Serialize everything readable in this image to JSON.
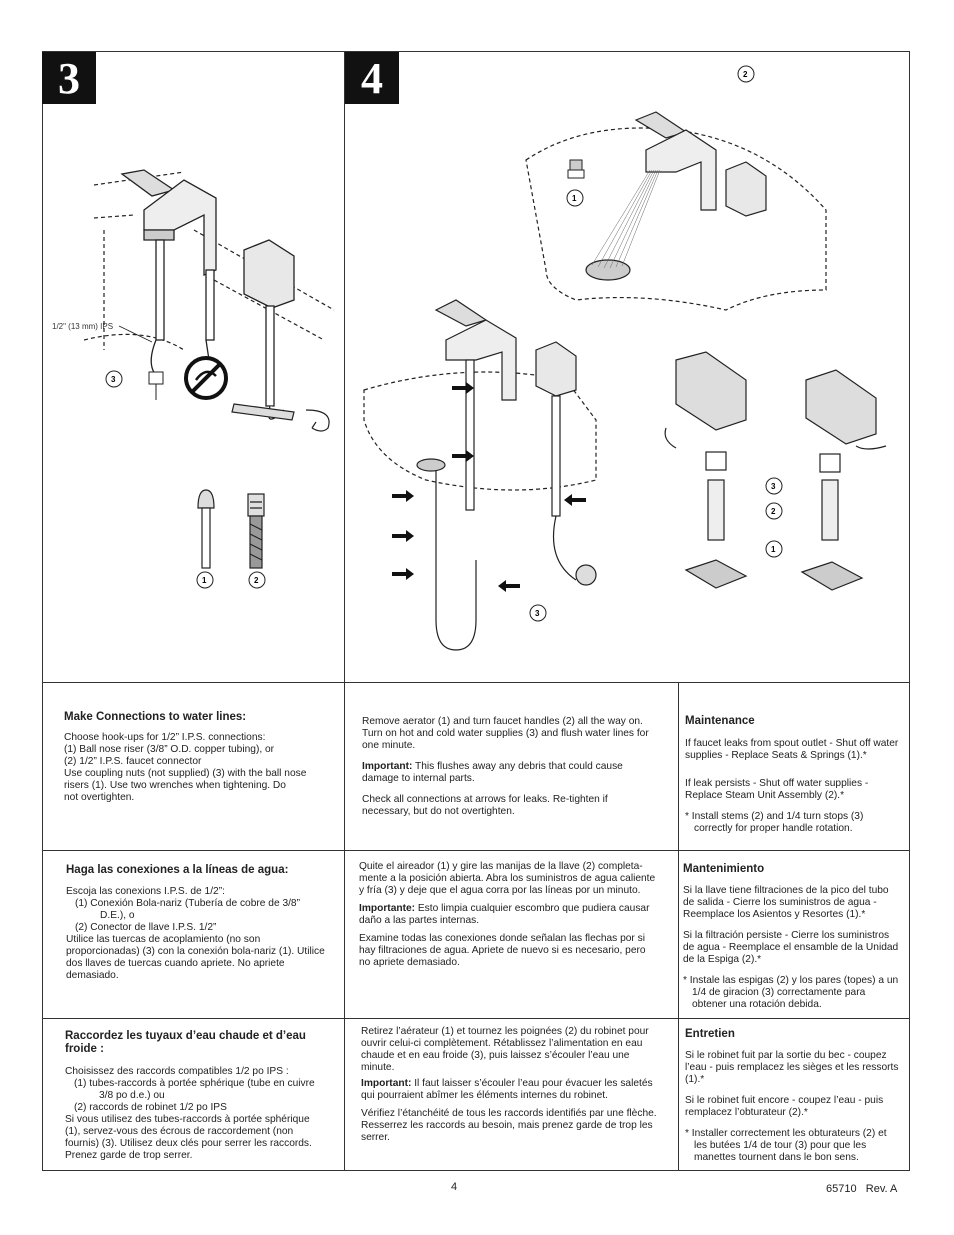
{
  "steps": {
    "step3": "3",
    "step4": "4"
  },
  "illustration3": {
    "ips_label": "1/2\" (13 mm) IPS",
    "callouts": [
      "3",
      "1",
      "2"
    ],
    "icons": [
      "faucet-icon",
      "no-rotate-icon",
      "wrench-rotate-icon",
      "ball-nose-riser-icon",
      "braided-connector-icon"
    ]
  },
  "illustration4": {
    "callouts_top": [
      "2",
      "1"
    ],
    "callouts_bottom": [
      "3"
    ],
    "callouts_right": [
      "3",
      "2",
      "1"
    ],
    "icons": [
      "faucet-flush-icon",
      "aerator-icon",
      "sink-connections-icon",
      "handle-stem-icon",
      "arrow-icon"
    ]
  },
  "en": {
    "connect": {
      "title": "Make Connections to water lines:",
      "lines": [
        "Choose hook-ups for 1/2” I.P.S. connections:",
        "(1) Ball nose riser (3/8” O.D. copper tubing), or",
        "(2) 1/2” I.P.S. faucet connector",
        "Use coupling nuts (not supplied) (3) with the ball nose",
        "risers (1).  Use two wrenches when tightening.  Do",
        "not overtighten."
      ]
    },
    "flush": {
      "p1": "Remove aerator (1) and turn faucet handles (2) all the way on. Turn on hot and cold water supplies (3) and flush water lines for one minute.",
      "p2_label": "Important:",
      "p2": " This flushes away any debris that could cause damage to internal parts.",
      "p3": "Check all connections at arrows for leaks. Re-tighten if necessary, but do not overtighten."
    },
    "maint": {
      "title": "Maintenance",
      "p1": "If faucet leaks from spout outlet - Shut off water supplies - Replace Seats & Springs (1).*",
      "p2": "If leak persists - Shut off water supplies - Replace Steam Unit Assembly (2).*",
      "p3": "* Install stems (2) and 1/4 turn stops (3) correctly for proper handle rotation."
    }
  },
  "es": {
    "connect": {
      "title": "Haga las conexiones a la líneas de agua:",
      "l1": "Escoja las conexions I.P.S. de 1/2”:",
      "l2": "(1)  Conexión Bola-nariz (Tubería de cobre de 3/8”",
      "l3": "D.E.), o",
      "l4": "(2)  Conector de llave I.P.S. 1/2”",
      "l5": "Utilice las tuercas de acoplamiento (no son proporcionadas) (3) con la conexión bola-nariz (1). Utilice dos llaves de tuercas cuando apriete.  No apriete demasiado."
    },
    "flush": {
      "p1": "Quite el aireador (1) y gire las manijas de la llave (2) completa-mente a la posición abierta. Abra los suministros de agua caliente y fría (3) y deje que el agua corra por las líneas por un minuto.",
      "p2_label": "Importante:",
      "p2": "  Esto limpia cualquier escombro que pudiera causar daño a las partes internas.",
      "p3": "Examine todas las conexiones donde señalan las flechas por si hay filtraciones de agua. Apriete de nuevo si es necesario, pero no apriete demasiado."
    },
    "maint": {
      "title": "Mantenimiento",
      "p1": "Si la llave tiene filtraciones de la pico del tubo de salida - Cierre los suministros de agua - Reemplace los Asientos y Resortes (1).*",
      "p2": "Si la filtración persiste - Cierre los suministros de agua - Reemplace el ensamble de la Unidad de la Espiga (2).*",
      "p3": "* Instale las espigas (2) y los pares (topes) a un 1/4 de giracion (3) correctamente para obtener una rotación debida."
    }
  },
  "fr": {
    "connect": {
      "title": "Raccordez les tuyaux d’eau chaude et d’eau froide :",
      "l1": "Choisissez des raccords compatibles 1/2 po IPS :",
      "l2": "(1)  tubes-raccords à portée sphérique (tube en cuivre",
      "l3": "3/8 po d.e.) ou",
      "l4": "(2)  raccords de robinet 1/2 po IPS",
      "l5": "Si vous utilisez des tubes-raccords à portée sphérique (1),  servez-vous des écrous de raccordement (non fournis) (3). Utilisez deux clés pour serrer les raccords. Prenez garde de trop serrer."
    },
    "flush": {
      "p1": "Retirez l’aérateur (1) et tournez les poignées (2) du robinet pour ouvrir celui-ci complètement. Rétablissez l’alimentation en eau chaude et en eau froide (3), puis laissez s’écouler l’eau une minute.",
      "p2_label": "Important:",
      "p2": "  Il faut laisser s’écouler l’eau pour évacuer les saletés qui pourraient abîmer les éléments internes du robinet.",
      "p3": "Vérifiez l’étanchéité de tous les raccords identifiés par une flèche. Resserrez les raccords au besoin, mais prenez garde de trop les serrer."
    },
    "maint": {
      "title": "Entretien",
      "p1": "Si le robinet fuit par la sortie du bec - coupez l’eau - puis remplacez les sièges et les ressorts (1).*",
      "p2": "Si le robinet fuit encore - coupez l’eau - puis remplacez l’obturateur (2).*",
      "p3": "* Installer correctement les obturateurs (2) et les butées 1/4 de tour (3) pour que les manettes tournent dans le bon sens."
    }
  },
  "footer": {
    "page": "4",
    "doc": "65710   Rev. A"
  }
}
